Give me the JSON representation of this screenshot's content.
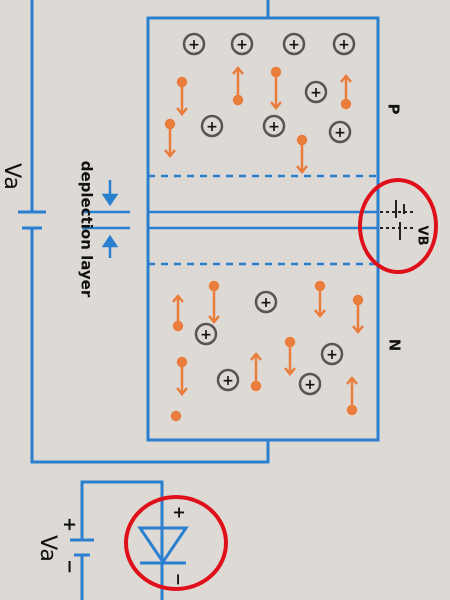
{
  "labels": {
    "p_region": "P",
    "n_region": "N",
    "va_top": "Va",
    "va_bottom": "Va",
    "vb": "VB",
    "depletion": "deplection layer",
    "plus": "+",
    "minus": "−"
  },
  "colors": {
    "background": "#dddad5",
    "wire": "#2b7fcf",
    "hole_ring": "#555555",
    "electron": "#ea7d3c",
    "highlight_circle": "#e0101a"
  },
  "holes_symbol": "+"
}
